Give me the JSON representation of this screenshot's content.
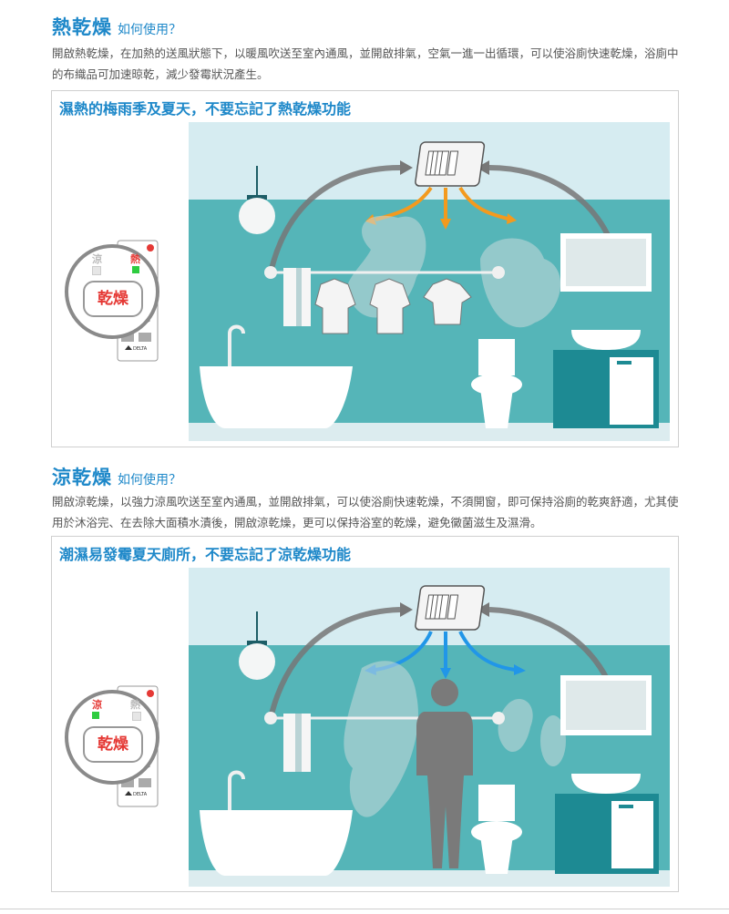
{
  "section1": {
    "title": "熱乾燥",
    "subtitle": "如何使用？",
    "paragraph": "開啟熱乾燥，在加熱的送風狀態下，以暖風吹送至室內通風，並開啟排氣，空氣一進一出循環，可以使浴廁快速乾燥，浴廁中的布織品可加速晾乾，減少發霉狀況產生。",
    "box_title": "濕熱的梅雨季及夏天，不要忘記了熱乾燥功能",
    "panel": {
      "cool_label": "涼",
      "hot_label": "熱",
      "button_label": "乾燥",
      "brand": "DELTA"
    },
    "airflow_color": "#f39a1e"
  },
  "section2": {
    "title": "涼乾燥",
    "subtitle": "如何使用？",
    "paragraph": "開啟涼乾燥，以強力涼風吹送至室內通風，並開啟排氣，可以使浴廁快速乾燥，不須開窗，即可保持浴廁的乾爽舒適，尤其使用於沐浴完、在去除大面積水漬後，開啟涼乾燥，更可以保持浴室的乾燥，避免黴菌滋生及濕滑。",
    "box_title": "潮濕易發霉夏天廁所，不要忘記了涼乾燥功能",
    "panel": {
      "cool_label": "涼",
      "hot_label": "熱",
      "button_label": "乾燥",
      "brand": "DELTA"
    },
    "airflow_color": "#2196e8"
  },
  "colors": {
    "accent": "#1e88c9",
    "wall": "#55b5b8",
    "sky": "#d6ecf1",
    "dark_teal": "#1d8a93",
    "led_green": "#2ecc40",
    "indicator_red": "#e53935"
  }
}
